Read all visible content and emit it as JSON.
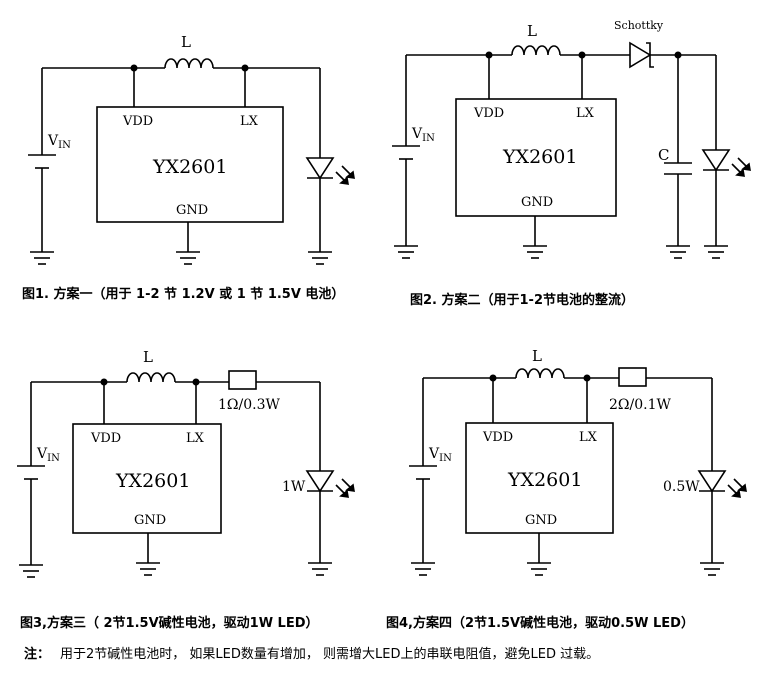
{
  "captions": {
    "fig1": "图1. 方案一（用于 1-2 节 1.2V 或 1 节 1.5V 电池）",
    "fig2": "图2. 方案二（用于1-2节电池的整流）",
    "fig3": "图3,方案三（ 2节1.5V碱性电池，驱动1W LED）",
    "fig4": "图4,方案四（2节1.5V碱性电池，驱动0.5W LED）"
  },
  "note": {
    "label": "注：",
    "text": "用于2节碱性电池时，  如果LED数量有增加，  则需增大LED上的串联电阻值，避免LED  过载。"
  },
  "circuits": [
    {
      "chip": "YX2601",
      "vdd": "VDD",
      "lx": "LX",
      "gnd": "GND",
      "inductor": "L",
      "vin": "V",
      "vin_sub": "IN"
    },
    {
      "chip": "YX2601",
      "vdd": "VDD",
      "lx": "LX",
      "gnd": "GND",
      "inductor": "L",
      "vin": "V",
      "vin_sub": "IN",
      "diode": "Schottky",
      "capacitor": "C"
    },
    {
      "chip": "YX2601",
      "vdd": "VDD",
      "lx": "LX",
      "gnd": "GND",
      "inductor": "L",
      "vin": "V",
      "vin_sub": "IN",
      "resistor": "1Ω/0.3W",
      "led": "1W"
    },
    {
      "chip": "YX2601",
      "vdd": "VDD",
      "lx": "LX",
      "gnd": "GND",
      "inductor": "L",
      "vin": "V",
      "vin_sub": "IN",
      "resistor": "2Ω/0.1W",
      "led": "0.5W"
    }
  ]
}
